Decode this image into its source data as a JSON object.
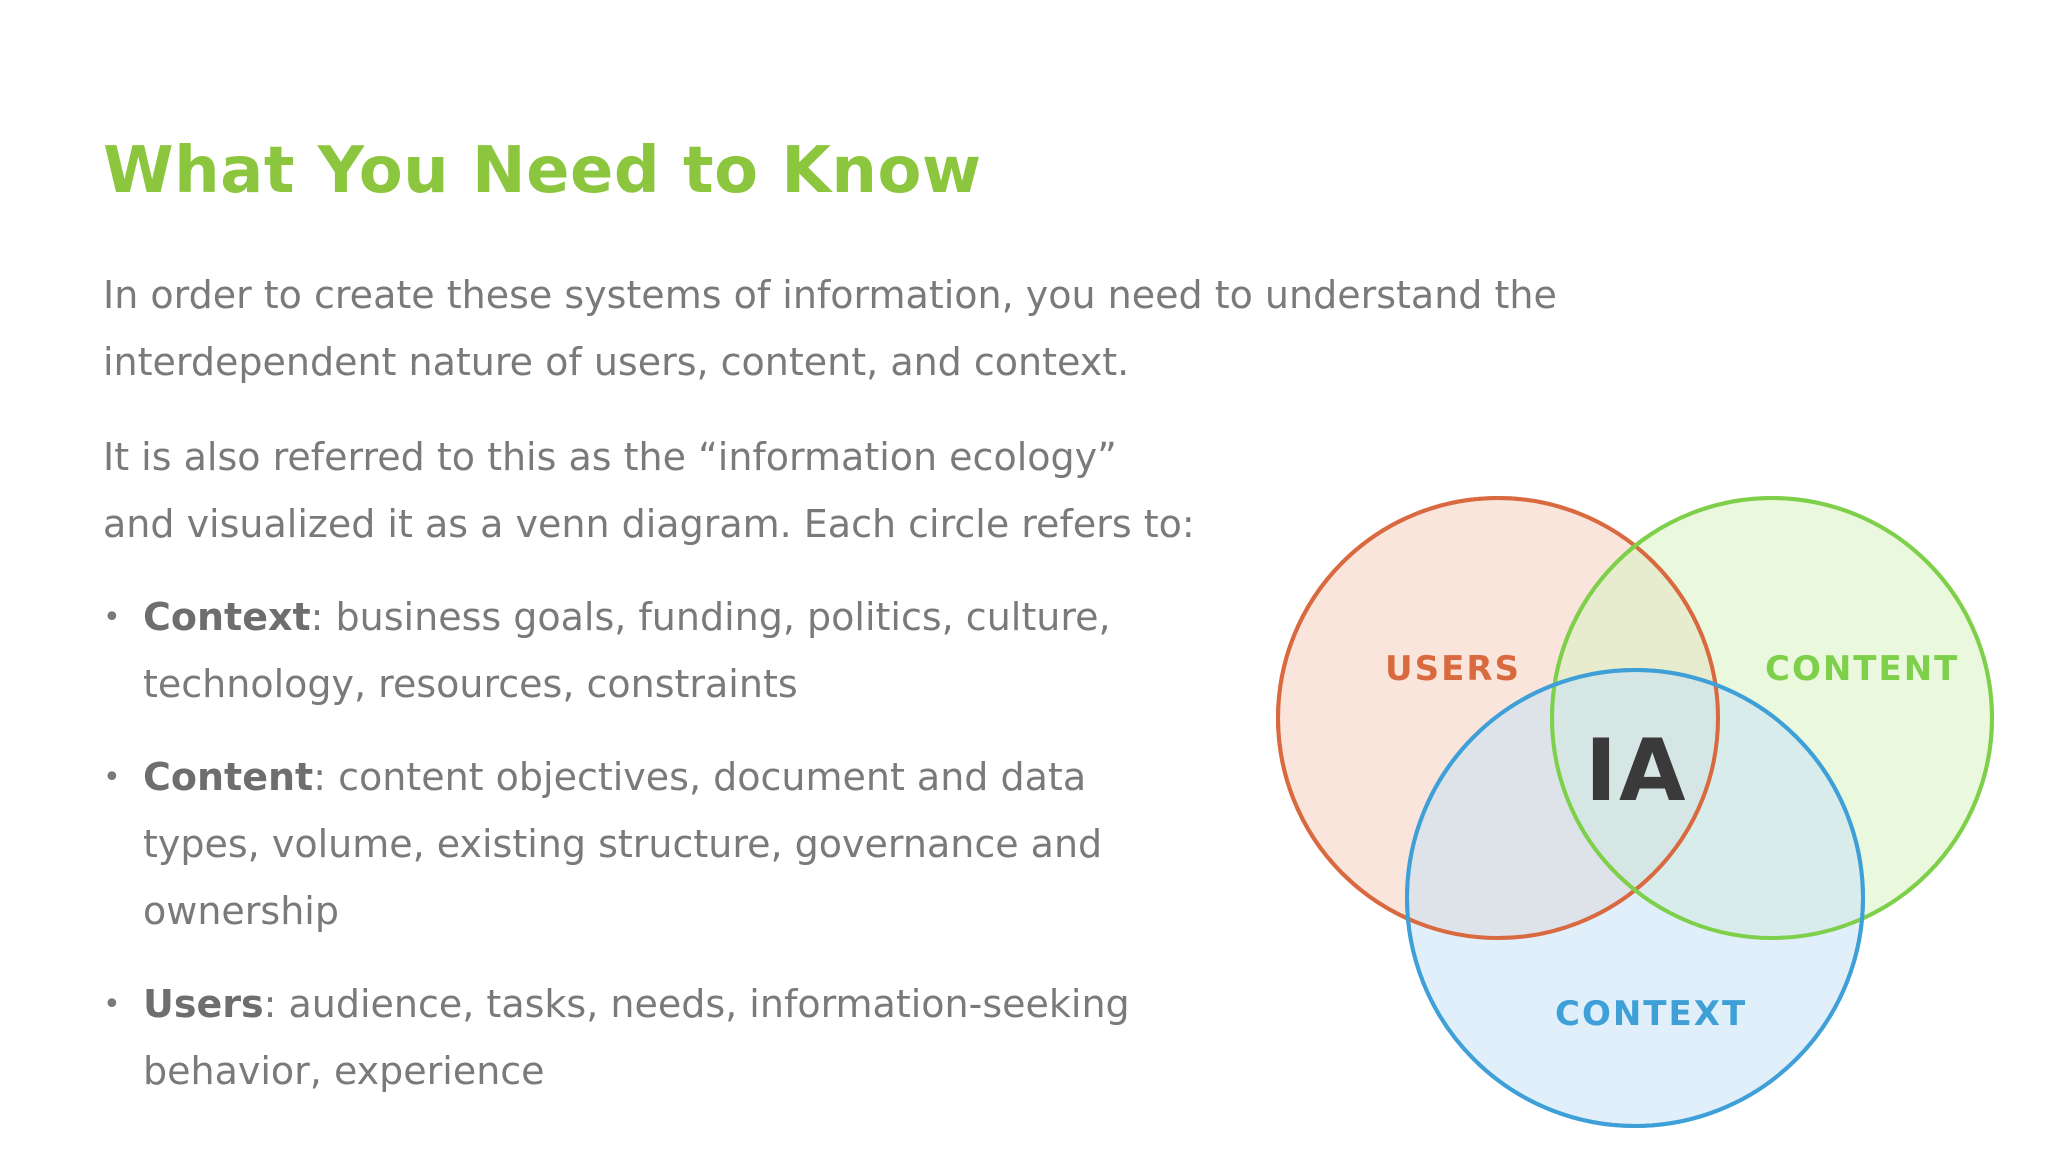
{
  "slide": {
    "title": "What You Need to Know",
    "paragraph1": [
      "In order to create these systems of information, you need to understand the",
      "interdependent nature of users, content, and context."
    ],
    "paragraph2": [
      "It is also referred to this as the “information ecology”",
      "and visualized it as a venn diagram.  Each circle refers to:"
    ],
    "bullets": [
      {
        "term": "Context",
        "lines": [
          ": business goals, funding, politics, culture,",
          "technology, resources, constraints"
        ]
      },
      {
        "term": "Content",
        "lines": [
          ": content objectives, document and data",
          "types, volume, existing structure, governance and",
          "ownership"
        ]
      },
      {
        "term": "Users",
        "lines": [
          ": audience, tasks, needs, information-seeking",
          "behavior, experience"
        ]
      }
    ],
    "bullet_glyph": "•"
  },
  "venn": {
    "users_label": "USERS",
    "content_label": "CONTENT",
    "context_label": "CONTEXT",
    "center_label": "IA",
    "colors": {
      "title": "#8cc63f",
      "body_text": "#7a7a7a",
      "users_stroke": "#d9693e",
      "users_fill": "#f5cfc0",
      "content_stroke": "#7ed04b",
      "content_fill": "#d8f2c2",
      "context_stroke": "#3fa0d8",
      "context_fill": "#c7e2f5",
      "center_text": "#3a3a3a"
    }
  }
}
